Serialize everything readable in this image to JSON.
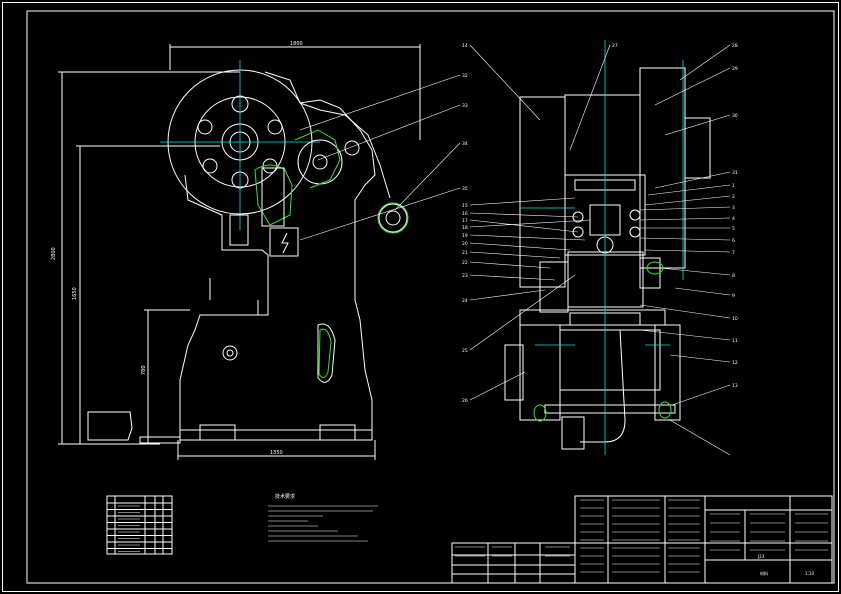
{
  "drawing": {
    "dimensions": {
      "top_width": "1800",
      "overall_height": "2800",
      "throat_height": "1650",
      "bed_height": "780",
      "base_width": "1350"
    },
    "side_balloons": [
      "32",
      "33",
      "34",
      "35"
    ],
    "front_balloons": [
      "14",
      "15",
      "16",
      "17",
      "18",
      "19",
      "20",
      "21",
      "22",
      "23",
      "24",
      "25",
      "26",
      "27",
      "28",
      "29",
      "30",
      "31",
      "1",
      "2",
      "3",
      "4",
      "5",
      "6",
      "7",
      "8",
      "9",
      "10",
      "11",
      "12",
      "13"
    ],
    "notes_title": "技术要求",
    "title_block": {
      "drawing_name": "J23",
      "material_label": "材料",
      "scale": "1:10"
    }
  }
}
